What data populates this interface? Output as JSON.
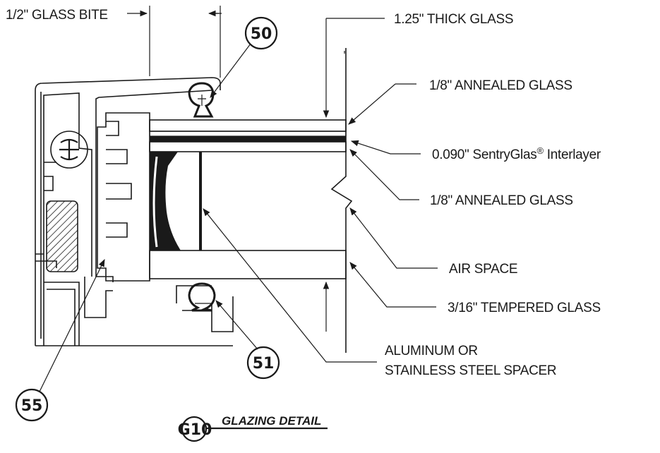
{
  "labels": {
    "glass_bite": "1/2\" GLASS BITE",
    "thick_glass": "1.25\" THICK GLASS",
    "annealed_top": "1/8\" ANNEALED GLASS",
    "interlayer_main": "0.090\" SentryGlas",
    "interlayer_reg": "®",
    "interlayer_end": " Interlayer",
    "annealed_bottom": "1/8\" ANNEALED GLASS",
    "air_space": "AIR SPACE",
    "tempered": "3/16\" TEMPERED GLASS",
    "spacer_line1": "ALUMINUM OR",
    "spacer_line2": "STAINLESS STEEL SPACER"
  },
  "callouts": {
    "c50": "50",
    "c51": "51",
    "c55": "55"
  },
  "detail": {
    "tag": "G10",
    "title": "GLAZING DETAIL"
  }
}
